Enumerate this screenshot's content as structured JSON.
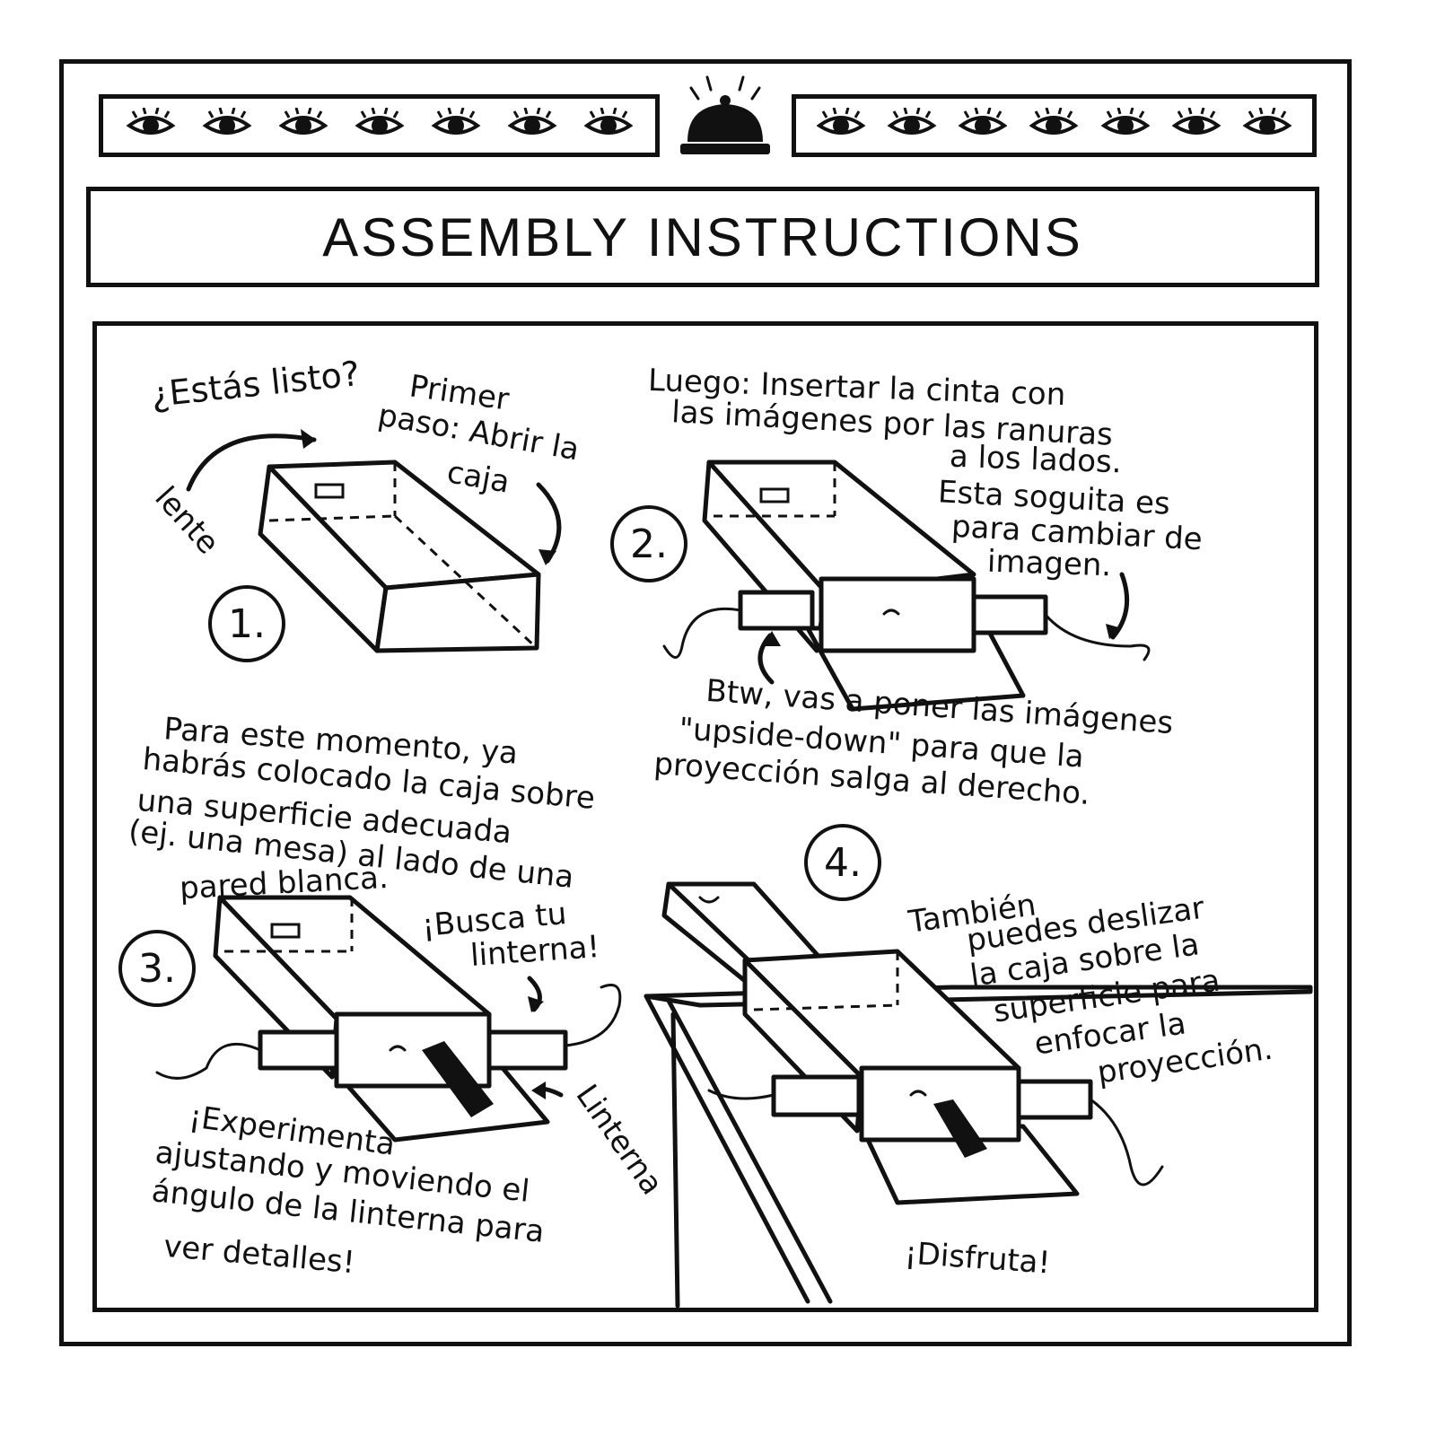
{
  "title": "ASSEMBLY INSTRUCTIONS",
  "header": {
    "left_icons": [
      "eye-icon",
      "eye-icon",
      "eye-icon",
      "eye-icon",
      "eye-icon",
      "eye-icon",
      "eye-icon"
    ],
    "center_icon": "service-bell-icon",
    "right_icons": [
      "eye-icon",
      "eye-icon",
      "eye-icon",
      "eye-icon",
      "eye-icon",
      "eye-icon",
      "eye-icon"
    ]
  },
  "steps": {
    "step1": {
      "number": "1.",
      "intro": "¿Estás listo?",
      "instruction_line1": "Primer",
      "instruction_line2": "paso: Abrir la",
      "instruction_line3": "caja",
      "lens_label": "lente"
    },
    "step2": {
      "number": "2.",
      "line1": "Luego: Insertar la cinta con",
      "line2": "las imágenes por las ranuras",
      "line3": "a los lados.",
      "string_line1": "Esta soguita es",
      "string_line2": "para cambiar de",
      "string_line3": "imagen.",
      "btw_line1": "Btw, vas a poner las imágenes",
      "btw_line2": "\"upside-down\" para que la",
      "btw_line3": "proyección salga al derecho."
    },
    "step3": {
      "number": "3.",
      "line1": "Para este momento, ya",
      "line2": "habrás colocado la caja sobre",
      "line3": "una superficie adecuada",
      "line4": "(ej. una mesa) al lado de una",
      "line5": "pared blanca.",
      "find_line1": "¡Busca tu",
      "find_line2": "linterna!",
      "flashlight_label": "Linterna",
      "exp_line1": "¡Experimenta",
      "exp_line2": "ajustando y moviendo el",
      "exp_line3": "ángulo de la linterna para",
      "exp_line4": "ver detalles!"
    },
    "step4": {
      "number": "4.",
      "line1": "También",
      "line2": "puedes deslizar",
      "line3": "la caja sobre la",
      "line4": "superficie para",
      "line5": "enfocar la",
      "line6": "proyección.",
      "enjoy": "¡Disfruta!"
    }
  }
}
